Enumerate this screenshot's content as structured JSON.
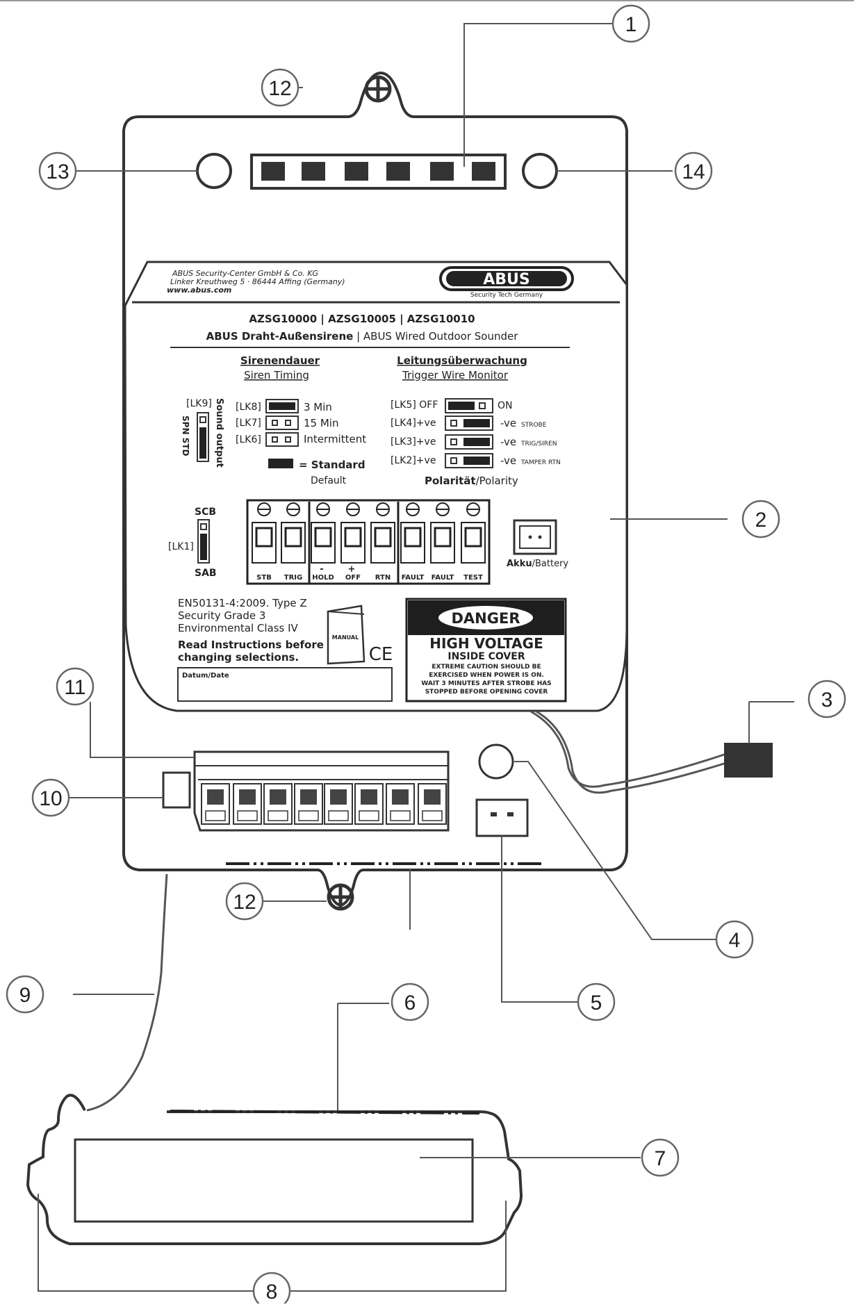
{
  "callouts": {
    "c1": "1",
    "c2": "2",
    "c3": "3",
    "c4": "4",
    "c5": "5",
    "c6": "6",
    "c7": "7",
    "c8": "8",
    "c9": "9",
    "c10": "10",
    "c11": "11",
    "c12a": "12",
    "c12b": "12",
    "c13": "13",
    "c14": "14"
  },
  "panel": {
    "company_line1": "ABUS Security-Center GmbH & Co. KG",
    "company_line2": "Linker Kreuthweg 5 · 86444 Affing (Germany)",
    "company_line3": "www.abus.com",
    "logo": "ABUS",
    "logo_tagline": "Security Tech Germany",
    "models": "AZSG10000 | AZSG10005 | AZSG10010",
    "product_de": "ABUS Draht-Außensirene",
    "product_sep": " | ",
    "product_en": "ABUS Wired Outdoor Sounder",
    "timing_title_de": "Sirenendauer",
    "timing_title_en": "Siren Timing",
    "monitor_title_de": "Leitungsüberwachung",
    "monitor_title_en": "Trigger Wire Monitor",
    "lk9": "[LK9]",
    "sound_output": "Sound output",
    "spn_std": "SPN STD",
    "lk8": "[LK8]",
    "lk8_value": "3 Min",
    "lk7": "[LK7]",
    "lk7_value": "15 Min",
    "lk6": "[LK6]",
    "lk6_value": "Intermittent",
    "standard": "= Standard",
    "default": "Default",
    "lk5": "[LK5] OFF",
    "lk5_on": "ON",
    "lk4": "[LK4]+ve",
    "lk4_neg": "-ve",
    "lk4_sub": "STROBE",
    "lk3": "[LK3]+ve",
    "lk3_neg": "-ve",
    "lk3_sub": "TRIG/SIREN",
    "lk2": "[LK2]+ve",
    "lk2_neg": "-ve",
    "lk2_sub": "TAMPER RTN",
    "polarity_de": "Polarität",
    "polarity_en": "/Polarity",
    "scb": "SCB",
    "lk1": "[LK1]",
    "sab": "SAB",
    "terminals": [
      "STB",
      "TRIG",
      "HOLD",
      "OFF",
      "RTN",
      "FAULT",
      "FAULT",
      "TEST"
    ],
    "hold_sign": "-",
    "off_sign": "+",
    "battery_de": "Akku",
    "battery_en": "/Battery",
    "std1": "EN50131-4:2009. Type Z",
    "std2": "Security Grade 3",
    "std3": "Environmental Class IV",
    "read1": "Read Instructions before",
    "read2": "changing selections.",
    "manual": "MANUAL",
    "ce": "CE",
    "date_label": "Datum/Date",
    "danger": "DANGER",
    "hv1": "HIGH VOLTAGE",
    "hv2": "INSIDE COVER",
    "warn1": "EXTREME CAUTION SHOULD BE",
    "warn2": "EXERCISED WHEN POWER IS ON.",
    "warn3": "WAIT 3 MINUTES AFTER STROBE HAS",
    "warn4": "STOPPED BEFORE OPENING COVER"
  },
  "colors": {
    "ink": "#222222",
    "panel_fill": "#ffffff",
    "danger_bg": "#1e1e1e"
  }
}
